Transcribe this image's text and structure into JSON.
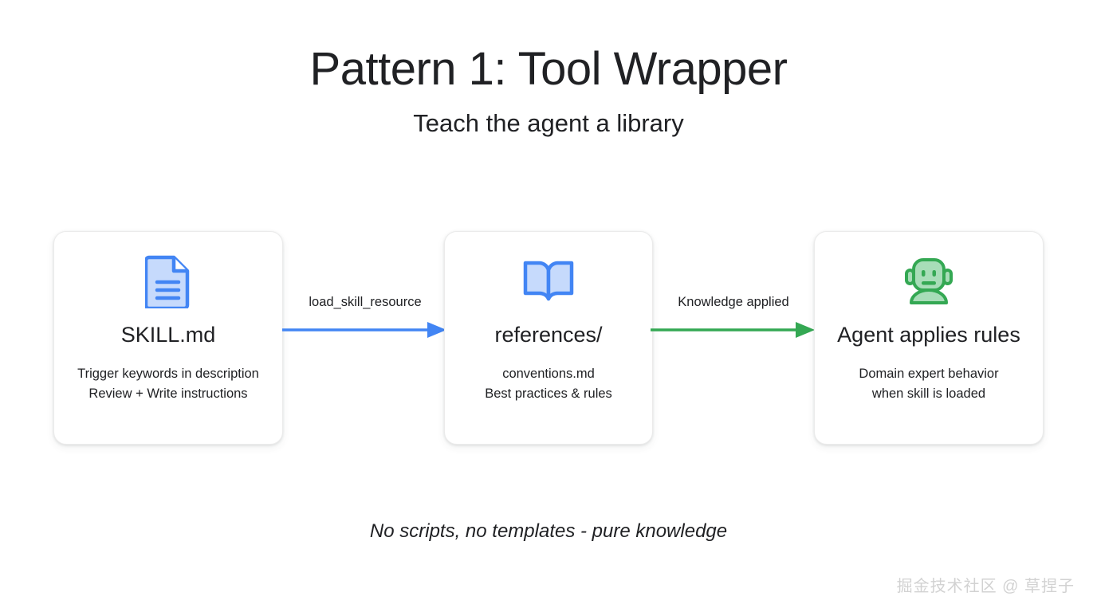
{
  "header": {
    "title": "Pattern 1: Tool Wrapper",
    "subtitle": "Teach the agent a library"
  },
  "colors": {
    "background": "#ffffff",
    "text": "#202124",
    "blue": "#4285f4",
    "blue_light": "#c6dafc",
    "green": "#34a853",
    "green_light": "#a8ddb8",
    "card_border": "#ebebeb",
    "watermark": "#d2d2d2"
  },
  "flow": {
    "cards": [
      {
        "id": "skill-md",
        "icon": "document-icon",
        "title": "SKILL.md",
        "desc_lines": [
          "Trigger keywords in description",
          "Review + Write instructions"
        ]
      },
      {
        "id": "references",
        "icon": "open-book-icon",
        "title": "references/",
        "desc_lines": [
          "conventions.md",
          "Best practices & rules"
        ]
      },
      {
        "id": "agent-applies-rules",
        "icon": "robot-icon",
        "title": "Agent applies rules",
        "desc_lines": [
          "Domain expert behavior",
          "when skill is loaded"
        ]
      }
    ],
    "arrows": [
      {
        "id": "arrow-load-skill-resource",
        "label": "load_skill_resource",
        "color": "#4285f4"
      },
      {
        "id": "arrow-knowledge-applied",
        "label": "Knowledge applied",
        "color": "#34a853"
      }
    ]
  },
  "footnote": "No scripts, no templates - pure knowledge",
  "watermark": "掘金技术社区 @ 草捏子"
}
